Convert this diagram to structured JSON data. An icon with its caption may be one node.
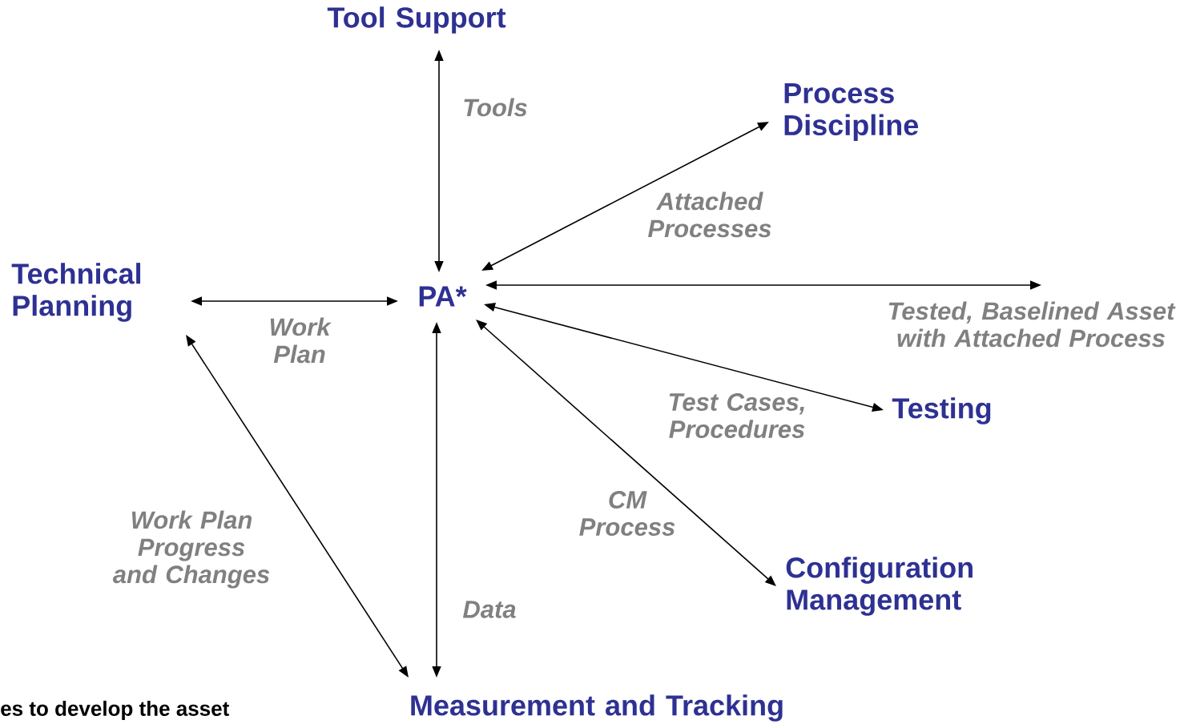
{
  "diagram": {
    "nodes": [
      {
        "text": [
          "Tool Support"
        ]
      },
      {
        "text": [
          "Process Discipline"
        ]
      },
      {
        "text": [
          "Technical Planning"
        ]
      },
      {
        "text": [
          "PA*"
        ]
      },
      {
        "text": [
          "Testing"
        ]
      },
      {
        "text": [
          "Configuration Management"
        ]
      },
      {
        "text": [
          "Measurement and Tracking"
        ]
      }
    ],
    "edges": [
      {
        "from": 3,
        "to": 0,
        "arrow": "both",
        "label": "Tools"
      },
      {
        "from": 3,
        "to": 1,
        "arrow": "both",
        "label": "Attached Processes"
      },
      {
        "from": 2,
        "to": 3,
        "arrow": "both",
        "label": "Work Plan"
      },
      {
        "from": 3,
        "to": null,
        "arrow": "both",
        "label": "Tested, Baselined Asset with Attached Process"
      },
      {
        "from": 3,
        "to": 4,
        "arrow": "both",
        "label": "Test Cases, Procedures"
      },
      {
        "from": 3,
        "to": 5,
        "arrow": "both",
        "label": "CM Process"
      },
      {
        "from": 2,
        "to": 6,
        "arrow": "both",
        "label": "Work Plan Progress and Changes"
      },
      {
        "from": 3,
        "to": 6,
        "arrow": "both",
        "label": "Data"
      }
    ],
    "labels": [
      "es to develop the asset"
    ]
  }
}
